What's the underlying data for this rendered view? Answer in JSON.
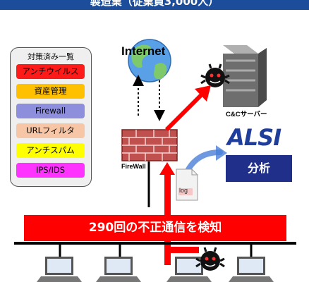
{
  "header": {
    "title": "製造業（従業員3,000人）"
  },
  "legend": {
    "title": "対策済み一覧",
    "items": [
      {
        "label": "アンチウイルス",
        "color": "#ff1a1a"
      },
      {
        "label": "資産管理",
        "color": "#ffc000"
      },
      {
        "label": "Firewall",
        "color": "#8e8fdc"
      },
      {
        "label": "URLフィルタ",
        "color": "#f6c6a6"
      },
      {
        "label": "アンチスパム",
        "color": "#ffff00"
      },
      {
        "label": "IPS/IDS",
        "color": "#ff33ff"
      }
    ]
  },
  "nodes": {
    "internet": "Internet",
    "firewall": "FireWall",
    "cc_server": "C&Cサーバー",
    "log": "log",
    "alsi": "ALSI",
    "analysis": "分析"
  },
  "banner": {
    "text": "290回の不正通信を検知"
  }
}
